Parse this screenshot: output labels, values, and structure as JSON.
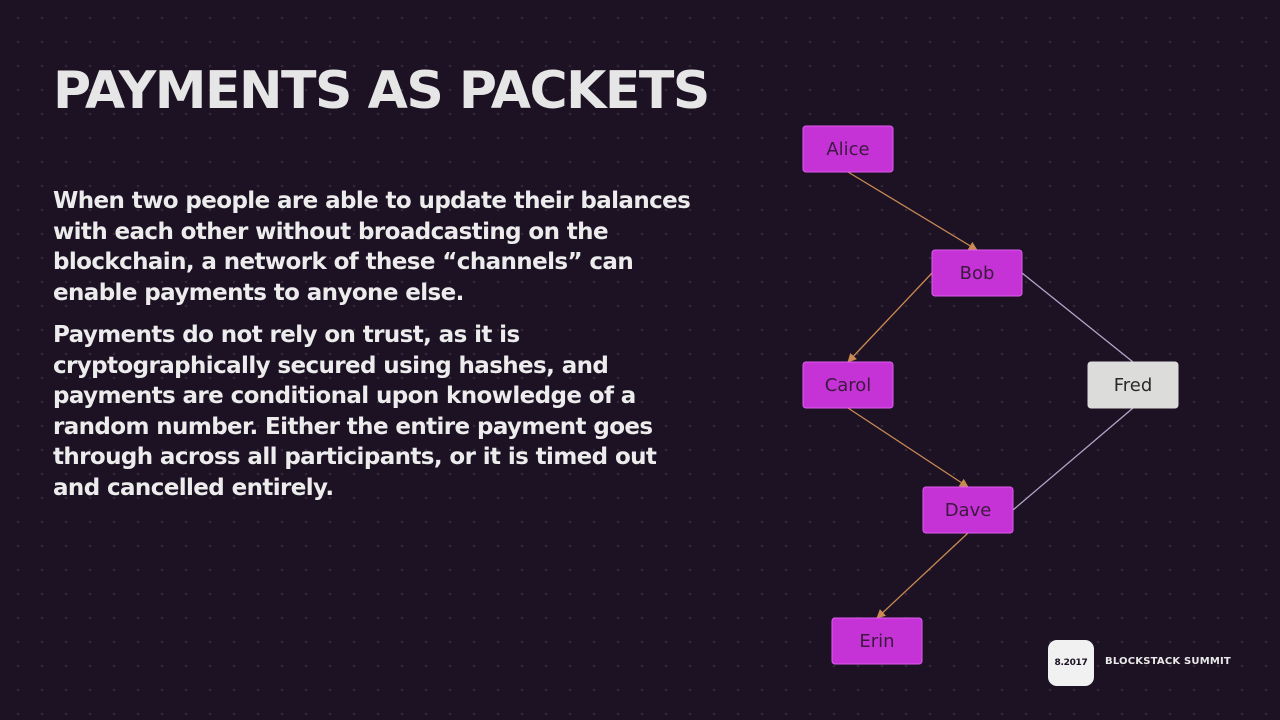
{
  "slide": {
    "title": "PAYMENTS AS PACKETS",
    "paragraphs": [
      "When two people are able to update their balances with each other without broadcasting on the blockchain, a network of these “channels” can enable payments to anyone else.",
      "Payments do not rely on trust, as it is cryptographically secured using hashes, and payments are conditional upon knowledge of a random number. Either the entire payment goes through across all participants, or it is timed out and cancelled entirely."
    ]
  },
  "diagram": {
    "colors": {
      "highlight_node_fill": "#c532d6",
      "highlight_node_stroke": "#e05cef",
      "highlight_text": "#3c1a3f",
      "plain_node_fill": "#dcdcda",
      "plain_text": "#2a2a2a",
      "path_edge": "#c88a52",
      "alt_edge": "#b4a6c8"
    },
    "nodes": [
      {
        "id": "alice",
        "label": "Alice",
        "highlighted": true
      },
      {
        "id": "bob",
        "label": "Bob",
        "highlighted": true
      },
      {
        "id": "carol",
        "label": "Carol",
        "highlighted": true
      },
      {
        "id": "fred",
        "label": "Fred",
        "highlighted": false
      },
      {
        "id": "dave",
        "label": "Dave",
        "highlighted": true
      },
      {
        "id": "erin",
        "label": "Erin",
        "highlighted": true
      }
    ],
    "edges": [
      {
        "from": "alice",
        "to": "bob",
        "kind": "path"
      },
      {
        "from": "bob",
        "to": "carol",
        "kind": "path"
      },
      {
        "from": "carol",
        "to": "dave",
        "kind": "path"
      },
      {
        "from": "dave",
        "to": "erin",
        "kind": "path"
      },
      {
        "from": "bob",
        "to": "fred",
        "kind": "alt"
      },
      {
        "from": "fred",
        "to": "dave",
        "kind": "alt"
      }
    ]
  },
  "footer": {
    "badge": "8.2017",
    "label": "BLOCKSTACK SUMMIT"
  }
}
